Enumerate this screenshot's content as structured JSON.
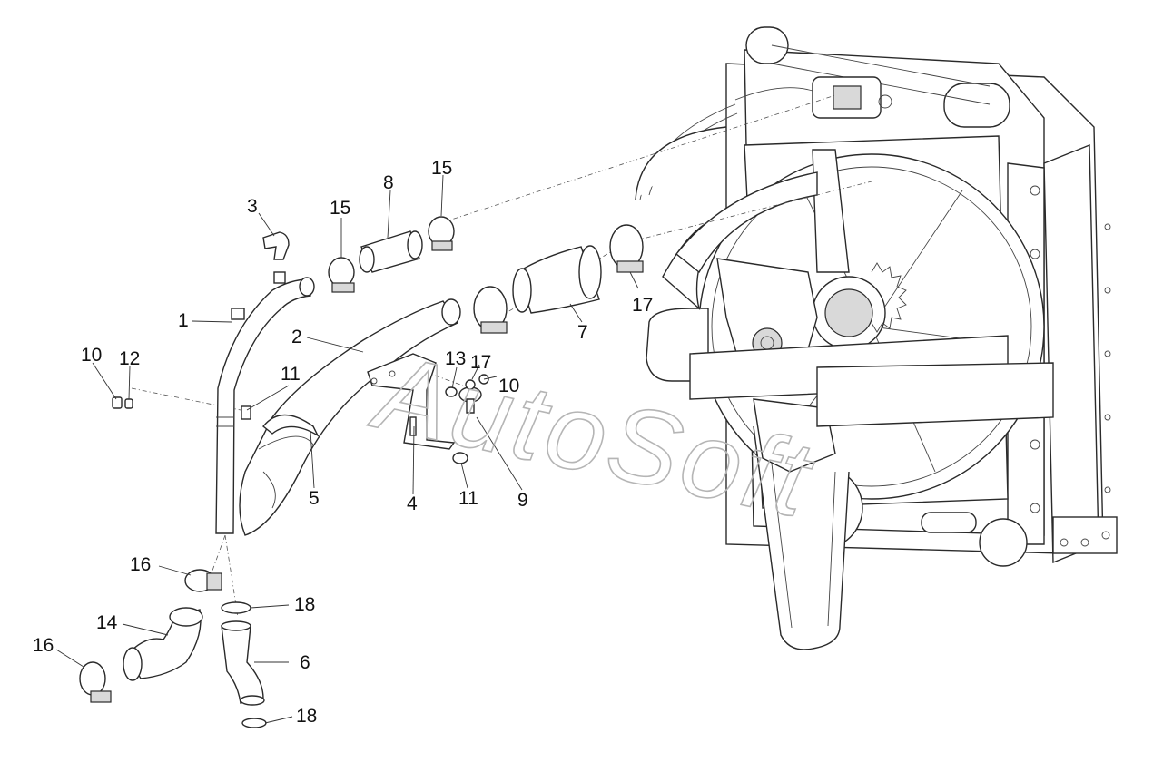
{
  "watermark": "AutoSoft",
  "callouts": [
    "1",
    "2",
    "3",
    "4",
    "5",
    "6",
    "7",
    "8",
    "9",
    "10",
    "10",
    "11",
    "11",
    "12",
    "13",
    "14",
    "15",
    "15",
    "16",
    "16",
    "17",
    "17",
    "18",
    "18"
  ],
  "colors": {
    "line": "#2a2a2a",
    "shade": "#d9d9d9",
    "watermark": "#b5b5b5"
  }
}
